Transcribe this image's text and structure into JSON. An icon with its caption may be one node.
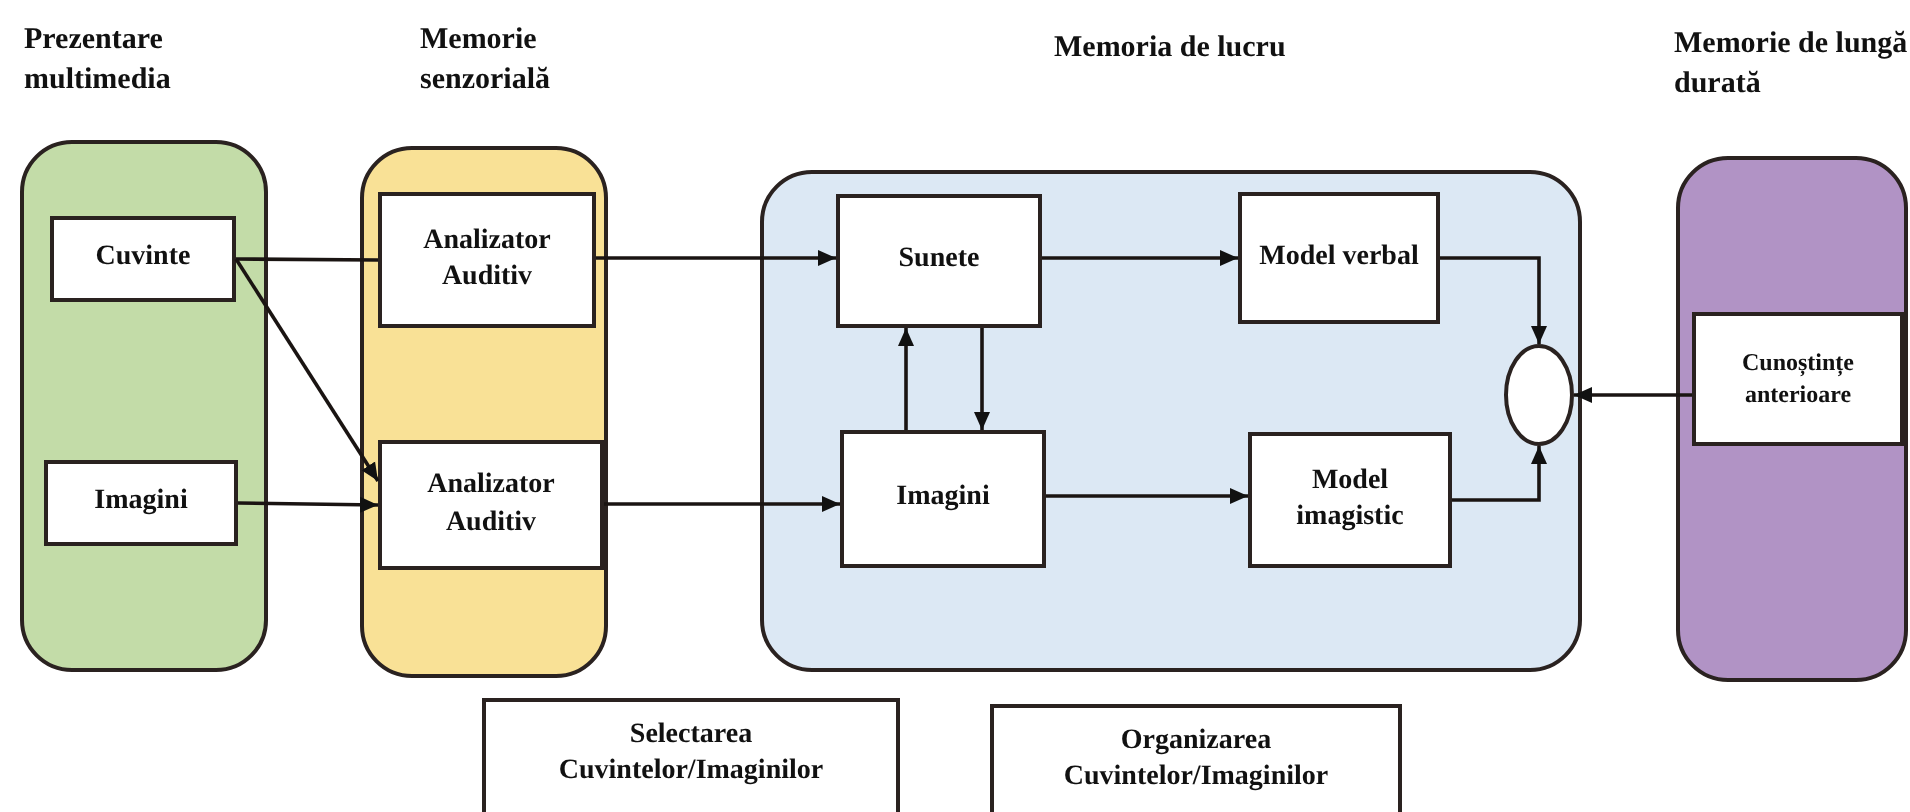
{
  "diagram": {
    "nodes": [
      {
        "text": [
          "Prezentare multimedia"
        ]
      },
      {
        "text": [
          "Cuvinte"
        ],
        "in": 0
      },
      {
        "text": [
          "Imagini"
        ],
        "in": 0
      },
      {
        "text": [
          "Memorie senzorială"
        ]
      },
      {
        "text": [
          "Analizator Auditiv"
        ],
        "in": 3
      },
      {
        "text": [
          "Analizator Auditiv"
        ],
        "in": 3
      },
      {
        "text": [
          "Memoria de lucru"
        ]
      },
      {
        "text": [
          "Sunete"
        ],
        "in": 6
      },
      {
        "text": [
          "Model verbal"
        ],
        "in": 6
      },
      {
        "text": [
          "Imagini"
        ],
        "in": 6
      },
      {
        "text": [
          "Model imagistic"
        ],
        "in": 6
      },
      {
        "text": [],
        "shape": "circle",
        "in": 6
      },
      {
        "text": [
          "Memorie de lungă durată"
        ]
      },
      {
        "text": [
          "Cunoștințe anterioare"
        ],
        "in": 12
      },
      {
        "text": [
          "Selectarea Cuvintelor/Imaginilor"
        ]
      },
      {
        "text": [
          "Organizarea Cuvintelor/Imaginilor"
        ]
      }
    ],
    "edges": [
      {
        "from": 1,
        "to": 4,
        "arrow": "none"
      },
      {
        "from": 1,
        "to": 5,
        "arrow": "to"
      },
      {
        "from": 2,
        "to": 5,
        "arrow": "to"
      },
      {
        "from": 4,
        "to": 7,
        "arrow": "to"
      },
      {
        "from": 5,
        "to": 9,
        "arrow": "to"
      },
      {
        "from": 7,
        "to": 8,
        "arrow": "to"
      },
      {
        "from": 9,
        "to": 7,
        "arrow": "to"
      },
      {
        "from": 7,
        "to": 9,
        "arrow": "to"
      },
      {
        "from": 9,
        "to": 10,
        "arrow": "to"
      },
      {
        "from": 8,
        "to": 11,
        "arrow": "to"
      },
      {
        "from": 10,
        "to": 11,
        "arrow": "to"
      },
      {
        "from": 13,
        "to": 11,
        "arrow": "to"
      }
    ]
  }
}
